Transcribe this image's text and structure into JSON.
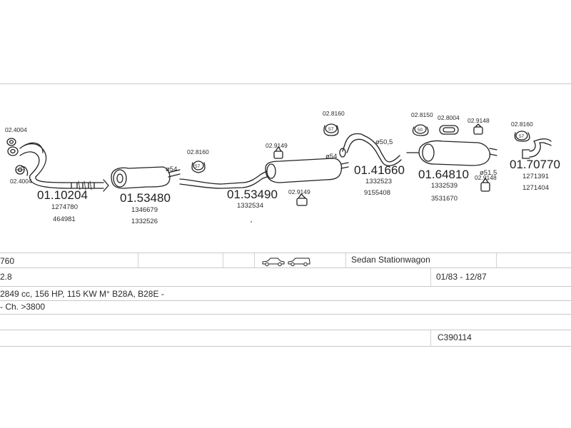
{
  "parts": {
    "p1": {
      "number": "01.10204",
      "refs": [
        "1274780",
        "464981"
      ]
    },
    "p2": {
      "number": "01.53480",
      "refs": [
        "1346679",
        "1332526"
      ]
    },
    "p3": {
      "number": "01.53490",
      "refs": [
        "1332534"
      ]
    },
    "p4": {
      "number": "01.41660",
      "refs": [
        "1332523",
        "9155408"
      ]
    },
    "p5": {
      "number": "01.64810",
      "refs": [
        "1332539",
        "3531670"
      ]
    },
    "p6": {
      "number": "01.70770",
      "refs": [
        "1271391",
        "1271404"
      ]
    }
  },
  "fittings": {
    "f1": "02.4004",
    "f2": "02.4004",
    "f3": "02.8160",
    "f4": "02.9149",
    "f5": "02.9149",
    "f6": "02.8160",
    "f7": "02.8150",
    "f8": "02.8004",
    "f9": "02.9148",
    "f10": "02.9148",
    "f11": "02.8160"
  },
  "dims": {
    "d1": "ø54",
    "d2": "ø54",
    "d3": "ø50,5",
    "d4": "ø51,5"
  },
  "clamp_sizes": {
    "c1": "57",
    "c2": "57",
    "c3": "50",
    "c4": "57"
  },
  "info": {
    "code": "760",
    "body_types": "Sedan  Stationwagon",
    "engine_size": "2.8",
    "years": "01/83 - 12/87",
    "engine_details": "2849 cc, 156 HP, 115 KW M° B28A, B28E -",
    "chassis": "- Ch. >3800",
    "catalog_id": "C390114"
  },
  "icons": [
    "sedan-car-icon",
    "stationwagon-car-icon",
    "clamp-icon",
    "hanger-icon",
    "flange-gasket-icon"
  ]
}
